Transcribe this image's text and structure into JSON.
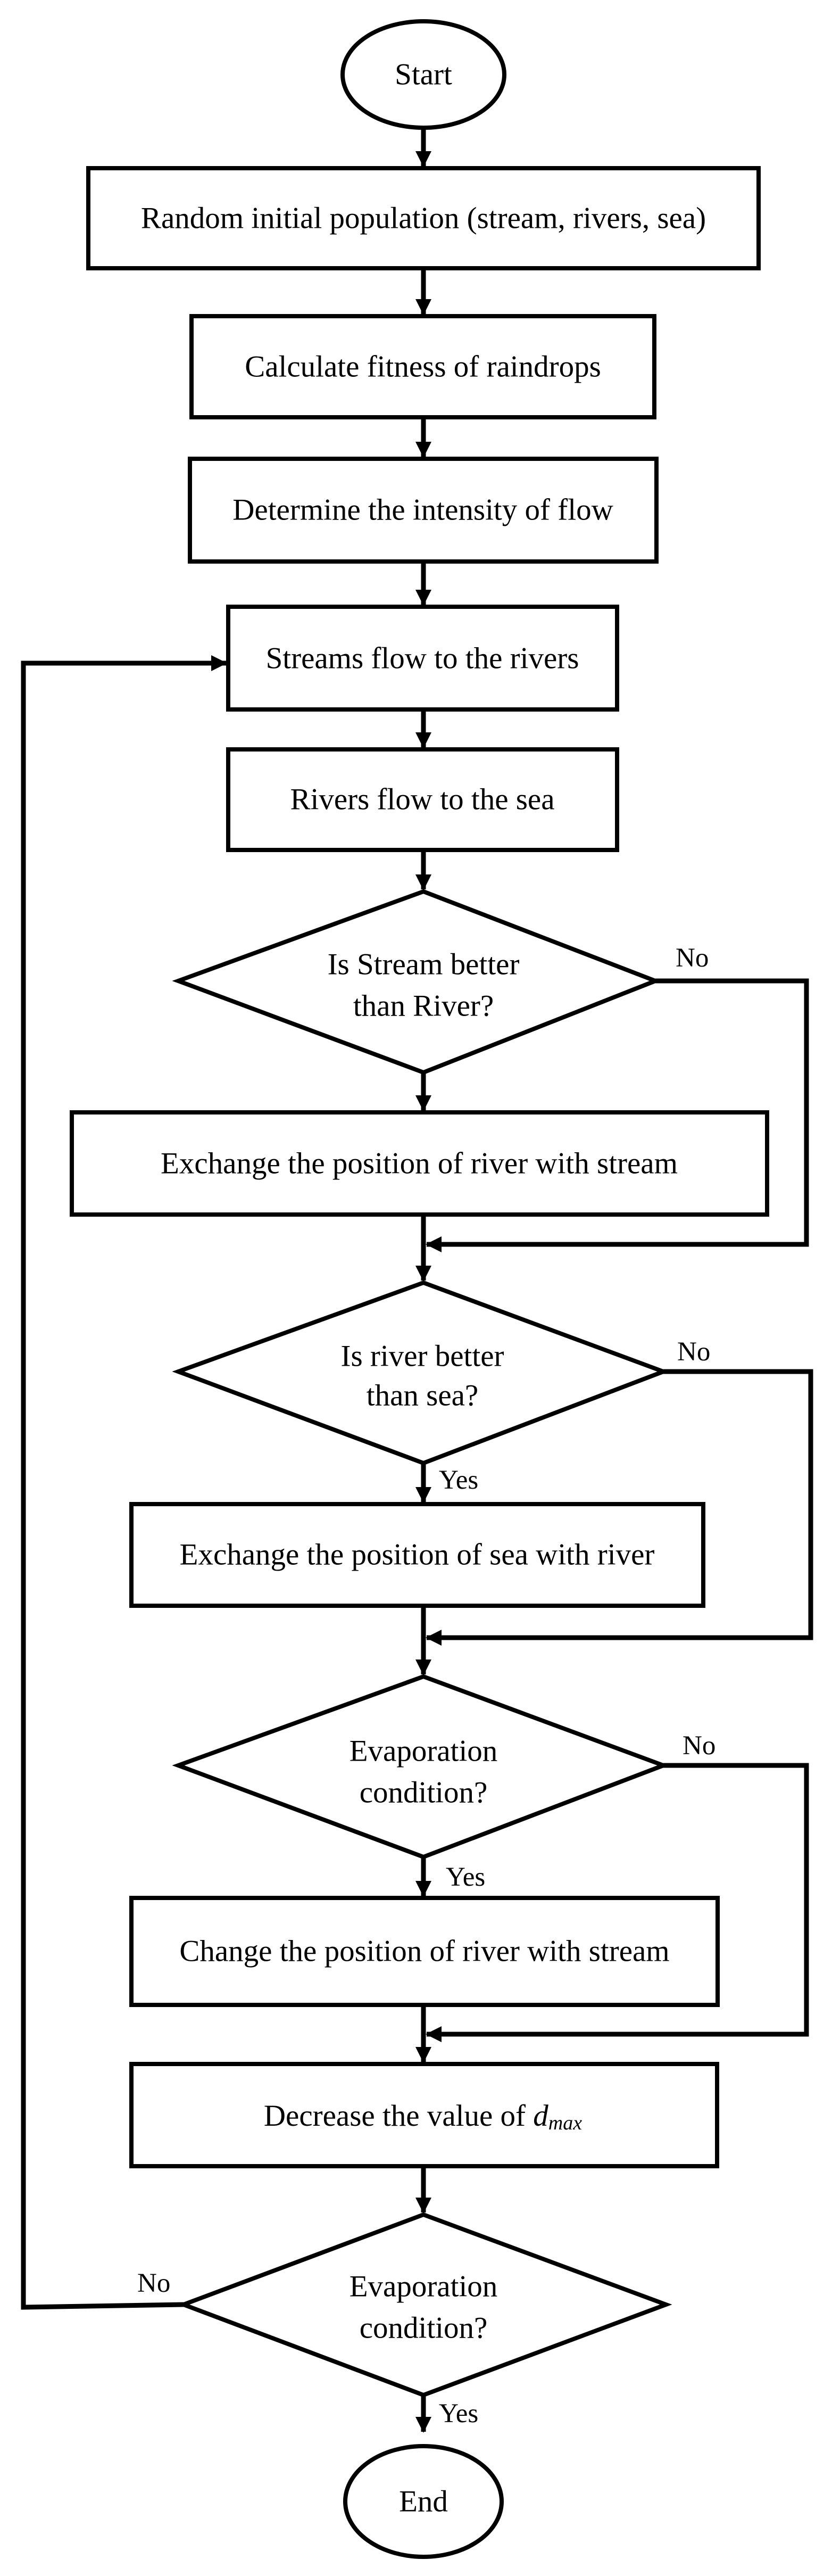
{
  "flowchart": {
    "start": "Start",
    "end": "End",
    "steps": [
      "Random initial population (stream, rivers, sea)",
      "Calculate fitness of raindrops",
      "Determine the intensity of flow",
      "Streams flow to the rivers",
      "Rivers flow to the sea",
      "Exchange the position of river with stream",
      "Exchange the position of sea with river",
      "Change the position of river with stream"
    ],
    "decrease_step": {
      "prefix": "Decrease the value of ",
      "variable": "d",
      "subscript": "max"
    },
    "decisions": [
      {
        "line1": "Is Stream better",
        "line2": "than River?"
      },
      {
        "line1": "Is river better",
        "line2": "than sea?"
      },
      {
        "line1": "Evaporation",
        "line2": "condition?"
      },
      {
        "line1": "Evaporation",
        "line2": "condition?"
      }
    ],
    "edge_labels": {
      "d1_no": "No",
      "d2_no": "No",
      "d2_yes": "Yes",
      "d3_no": "No",
      "d3_yes": "Yes",
      "d4_no": "No",
      "d4_yes": "Yes"
    }
  }
}
